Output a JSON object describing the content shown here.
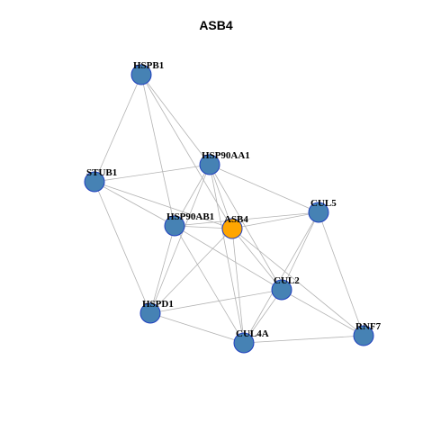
{
  "title": "ASB4",
  "colors": {
    "node_fill": "#4682b4",
    "node_stroke": "#1f3fbf",
    "center_fill": "#ffa500",
    "edge": "#b3b3b3"
  },
  "nodes": [
    {
      "id": "HSPB1",
      "label": "HSPB1",
      "center": false
    },
    {
      "id": "HSP90AA1",
      "label": "HSP90AA1",
      "center": false
    },
    {
      "id": "STUB1",
      "label": "STUB1",
      "center": false
    },
    {
      "id": "HSP90AB1",
      "label": "HSP90AB1",
      "center": false
    },
    {
      "id": "ASB4",
      "label": "ASB4",
      "center": true
    },
    {
      "id": "CUL5",
      "label": "CUL5",
      "center": false
    },
    {
      "id": "CUL2",
      "label": "CUL2",
      "center": false
    },
    {
      "id": "HSPD1",
      "label": "HSPD1",
      "center": false
    },
    {
      "id": "CUL4A",
      "label": "CUL4A",
      "center": false
    },
    {
      "id": "RNF7",
      "label": "RNF7",
      "center": false
    }
  ],
  "edges": [
    [
      "HSPB1",
      "STUB1"
    ],
    [
      "HSPB1",
      "HSP90AA1"
    ],
    [
      "HSPB1",
      "HSP90AB1"
    ],
    [
      "HSPB1",
      "ASB4"
    ],
    [
      "STUB1",
      "HSP90AA1"
    ],
    [
      "STUB1",
      "HSP90AB1"
    ],
    [
      "STUB1",
      "ASB4"
    ],
    [
      "STUB1",
      "HSPD1"
    ],
    [
      "HSP90AA1",
      "HSP90AB1"
    ],
    [
      "HSP90AA1",
      "ASB4"
    ],
    [
      "HSP90AA1",
      "CUL5"
    ],
    [
      "HSP90AA1",
      "CUL2"
    ],
    [
      "HSP90AA1",
      "HSPD1"
    ],
    [
      "HSP90AA1",
      "CUL4A"
    ],
    [
      "HSP90AB1",
      "ASB4"
    ],
    [
      "HSP90AB1",
      "CUL5"
    ],
    [
      "HSP90AB1",
      "CUL2"
    ],
    [
      "HSP90AB1",
      "HSPD1"
    ],
    [
      "HSP90AB1",
      "CUL4A"
    ],
    [
      "ASB4",
      "CUL5"
    ],
    [
      "ASB4",
      "CUL2"
    ],
    [
      "ASB4",
      "HSPD1"
    ],
    [
      "ASB4",
      "CUL4A"
    ],
    [
      "ASB4",
      "RNF7"
    ],
    [
      "CUL5",
      "CUL2"
    ],
    [
      "CUL5",
      "CUL4A"
    ],
    [
      "CUL5",
      "RNF7"
    ],
    [
      "CUL2",
      "HSPD1"
    ],
    [
      "CUL2",
      "CUL4A"
    ],
    [
      "CUL2",
      "RNF7"
    ],
    [
      "HSPD1",
      "CUL4A"
    ],
    [
      "CUL4A",
      "RNF7"
    ]
  ]
}
